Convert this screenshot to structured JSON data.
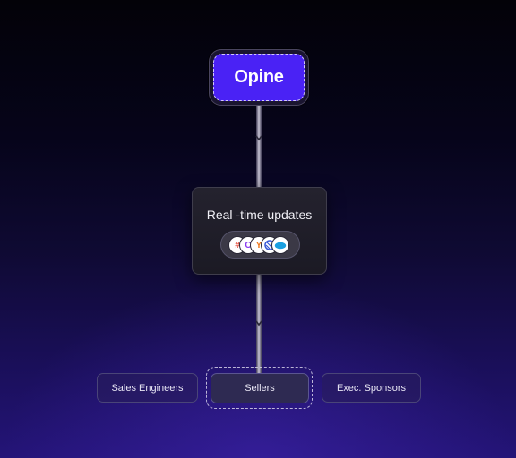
{
  "nodes": {
    "source": {
      "label": "Opine"
    },
    "hub": {
      "title": "Real -time updates",
      "integrations": [
        "slack-icon",
        "gong-icon",
        "hubspot-icon",
        "linear-icon",
        "salesforce-icon"
      ]
    },
    "targets": [
      {
        "label": "Sales Engineers"
      },
      {
        "label": "Sellers"
      },
      {
        "label": "Exec. Sponsors"
      }
    ]
  },
  "colors": {
    "accent": "#4a22f5",
    "background_top": "#030208",
    "background_bottom": "#241478"
  }
}
